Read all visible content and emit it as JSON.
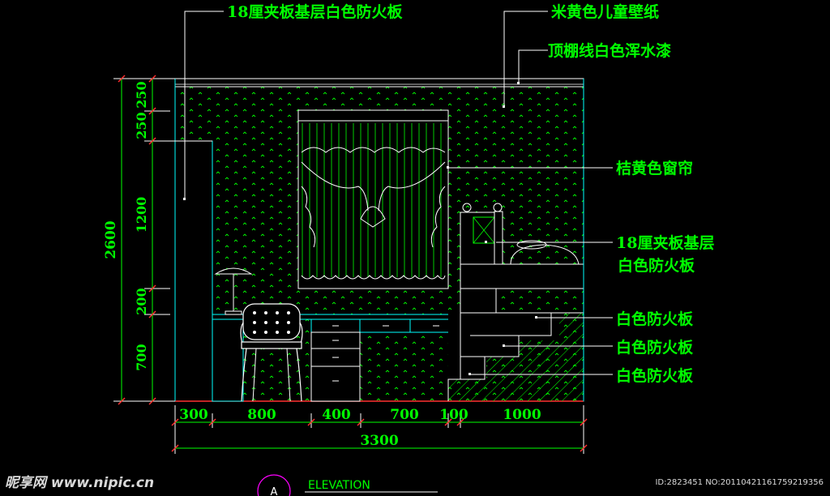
{
  "colors": {
    "background": "#000000",
    "line_cyan": "#00ffff",
    "line_green": "#00ff00",
    "line_white": "#ffffff",
    "text_green": "#00ff00",
    "floor_red": "#ff3030",
    "circle_magenta": "#ff00ff",
    "watermark": "#ffffff"
  },
  "annotations": {
    "board_18_top": "18厘夹板基层白色防火板",
    "wallpaper": "米黄色儿童壁纸",
    "ceiling_line": "顶棚线白色浑水漆",
    "curtain": "桔黄色窗帘",
    "board_18_base_line1": "18厘夹板基层",
    "board_18_base_line2": "白色防火板",
    "white_board_1": "白色防火板",
    "white_board_2": "白色防火板",
    "white_board_3": "白色防火板"
  },
  "dimensions": {
    "vertical_total": "2600",
    "vertical_segments": [
      "250",
      "250",
      "1200",
      "200",
      "700"
    ],
    "horizontal_segments": [
      "300",
      "800",
      "400",
      "700",
      "100",
      "1000"
    ],
    "horizontal_total": "3300"
  },
  "title_block": {
    "label": "ELEVATION",
    "marker": "A"
  },
  "watermark": {
    "site": "昵享网 www.nipic.cn",
    "id": "ID:2823451 NO:20110421161759219356"
  }
}
